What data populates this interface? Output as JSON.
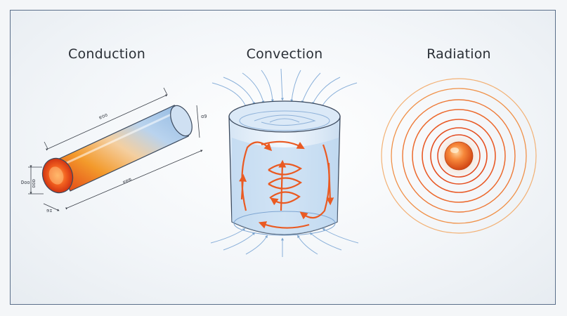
{
  "titles": {
    "conduction": "Conduction",
    "convection": "Convection",
    "radiation": "Radiation"
  },
  "dimension_labels": {
    "top_length": "ɐoo",
    "right_end": "ɑ9",
    "left_diameter": "ɑoo",
    "bottom_length": "ɐɐm",
    "bottom_small": "ɘɪ",
    "left_tag": "Doo"
  },
  "colors": {
    "hot": "#e8451c",
    "warm": "#f29a33",
    "cool": "#7aa6d8",
    "water": "#9cc2e6",
    "outline": "#3c4a5e",
    "radiation_ring": "#ee6a2e"
  },
  "icons": {
    "conduction": "heated-rod",
    "convection": "container-with-currents",
    "radiation": "radiating-sphere"
  }
}
